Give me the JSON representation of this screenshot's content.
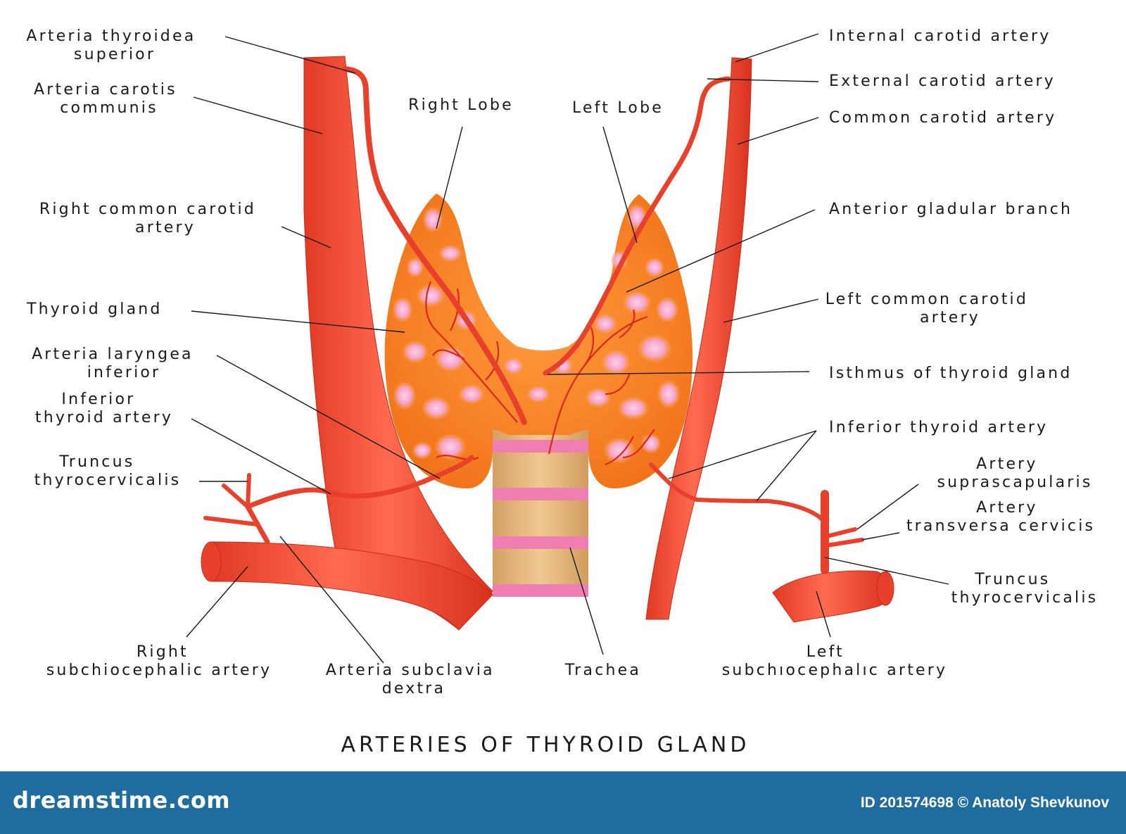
{
  "title": "ARTERIES OF THYROID GLAND",
  "labels": {
    "arteria_thyroidea_superior": [
      "Arteria thyroidea",
      "superior"
    ],
    "arteria_carotis_communis": [
      "Arteria carotis",
      "communis"
    ],
    "right_common_carotid_artery": [
      "Right common carotid",
      "artery"
    ],
    "thyroid_gland": [
      "Thyroid  gland"
    ],
    "arteria_laryngea_inferior": [
      "Arteria laryngea",
      "inferior"
    ],
    "inferior_thyroid_artery_right": [
      "Inferior",
      "thyroid artery"
    ],
    "truncus_thyrocervicalis_right": [
      "Truncus",
      "thyrocervicalis"
    ],
    "right_subchiocephalic_artery": [
      "Right",
      "subchiocephalic artery"
    ],
    "arteria_subclavia_dextra": [
      "Arteria subclavia",
      "dextra"
    ],
    "trachea": [
      "Trachea"
    ],
    "left_subchiocephalic_artery": [
      "Left",
      "subchıocephalıc artery"
    ],
    "right_lobe": [
      "Right Lobe"
    ],
    "left_lobe": [
      "Left Lobe"
    ],
    "internal_carotid_artery": [
      "Internal carotid artery"
    ],
    "external_carotid_artery": [
      "External carotid artery"
    ],
    "common_carotid_artery": [
      "Common  carotid artery"
    ],
    "anterior_gladular_branch": [
      "Anterior gladular branch"
    ],
    "left_common_carotid_artery": [
      "Left common carotid",
      "artery"
    ],
    "isthmus_of_thyroid_gland": [
      "Isthmus of thyroid gland"
    ],
    "inferior_thyroid_artery_left": [
      "Inferior thyroid artery"
    ],
    "artery_suprascapularis": [
      "Artery",
      "suprascapularis"
    ],
    "artery_transversa_cervicis": [
      "Artery",
      "transversa cervicis"
    ],
    "truncus_thyrocervicalis_left": [
      "Truncus",
      "thyrocervicalis"
    ]
  },
  "footer": {
    "brand": "dreamstime.com",
    "credit": "ID 201574698 © Anatoly Shevkunov"
  },
  "colors": {
    "artery": "#f0412c",
    "artery_light": "#ff7a5f",
    "gland": "#f6831e",
    "trachea": "#e2b277",
    "trachea_ring": "#ef7fb0",
    "footer": "#1f6d9f"
  }
}
